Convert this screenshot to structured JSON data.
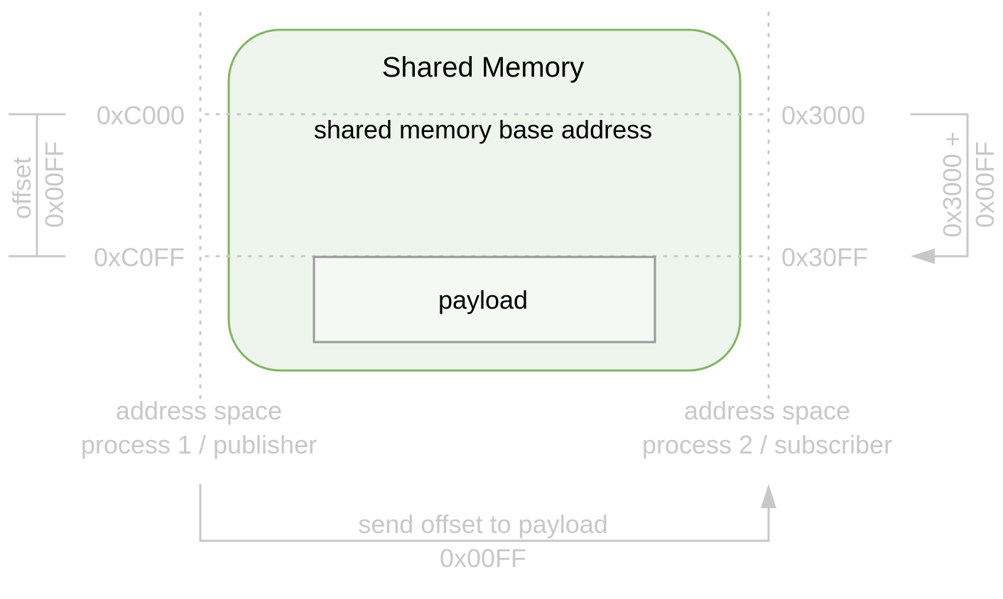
{
  "shared_memory": {
    "title": "Shared Memory",
    "base_address_label": "shared memory base address",
    "payload_label": "payload"
  },
  "process1": {
    "addr_start": "0xC000",
    "addr_payload": "0xC0FF",
    "offset_label": "offset",
    "offset_value": "0x00FF",
    "caption_line1": "address space",
    "caption_line2": "process 1 / publisher"
  },
  "process2": {
    "addr_start": "0x3000",
    "addr_payload": "0x30FF",
    "calc_line1": "0x3000 +",
    "calc_line2": "0x00FF",
    "caption_line1": "address space",
    "caption_line2": "process 2 / subscriber"
  },
  "transfer": {
    "label": "send offset to payload",
    "value": "0x00FF"
  },
  "colors": {
    "shared_fill": "#edf5ec",
    "shared_stroke": "#82b366",
    "payload_fill": "#f4f9f4",
    "payload_stroke": "#999999",
    "annotation": "#c8c8c8"
  }
}
